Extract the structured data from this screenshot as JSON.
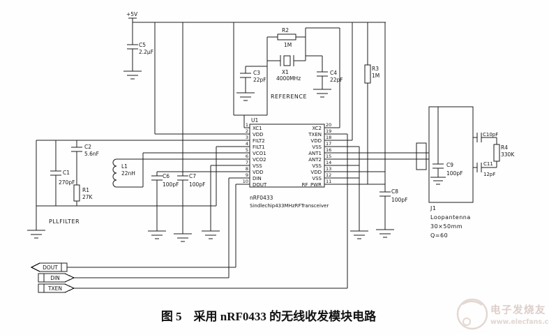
{
  "caption": {
    "text": "图 5　采用 nRF0433 的无线收发模块电路"
  },
  "watermark": {
    "brand": "电子发烧友",
    "url": "www.elecfans.com"
  },
  "power": {
    "label": "+5V"
  },
  "ic": {
    "designator": "U1",
    "part": "nRF0433",
    "description": "Sindlechip433MHzRFTransceiver",
    "left_pins": [
      {
        "n": "1",
        "label": "XC1"
      },
      {
        "n": "2",
        "label": "VDD"
      },
      {
        "n": "3",
        "label": "FILT2"
      },
      {
        "n": "4",
        "label": "FILT1"
      },
      {
        "n": "5",
        "label": "VCO1"
      },
      {
        "n": "6",
        "label": "VCO2"
      },
      {
        "n": "7",
        "label": "VSS"
      },
      {
        "n": "8",
        "label": "VDD"
      },
      {
        "n": "9",
        "label": "DIN"
      },
      {
        "n": "10",
        "label": "DOUT"
      }
    ],
    "right_pins": [
      {
        "n": "20",
        "label": "XC2"
      },
      {
        "n": "19",
        "label": "TXEN"
      },
      {
        "n": "18",
        "label": "VDD"
      },
      {
        "n": "17",
        "label": "VSS"
      },
      {
        "n": "16",
        "label": "ANT1"
      },
      {
        "n": "15",
        "label": "ANT2"
      },
      {
        "n": "14",
        "label": "VSS"
      },
      {
        "n": "13",
        "label": "VDD"
      },
      {
        "n": "12",
        "label": "VSS"
      },
      {
        "n": "11",
        "label": "RF_PWR"
      }
    ]
  },
  "components": {
    "c5": {
      "ref": "C5",
      "value": "2.2μF"
    },
    "r2": {
      "ref": "R2",
      "value": "1M"
    },
    "x1": {
      "ref": "X1",
      "value": "4000MHz"
    },
    "c3": {
      "ref": "C3",
      "value": "22pF"
    },
    "c4": {
      "ref": "C4",
      "value": "22pF"
    },
    "r3": {
      "ref": "R3",
      "value": "1M"
    },
    "c1": {
      "ref": "C1",
      "value": "270pF"
    },
    "c2": {
      "ref": "C2",
      "value": "5.6nF"
    },
    "r1": {
      "ref": "R1",
      "value": "27K"
    },
    "l1": {
      "ref": "L1",
      "value": "22nH"
    },
    "c6": {
      "ref": "C6",
      "value": "100pF"
    },
    "c7": {
      "ref": "C7",
      "value": "100pF"
    },
    "c8": {
      "ref": "C8",
      "value": "100pF"
    },
    "c9": {
      "ref": "C9",
      "value": "100pF"
    },
    "c10": {
      "ref": "C10",
      "value": "pF"
    },
    "c11": {
      "ref": "C11",
      "value": "12pF"
    },
    "r4": {
      "ref": "R4",
      "value": "330K"
    }
  },
  "section_labels": {
    "reference": "REFERENCE",
    "pll_filter": "PLLFILTER"
  },
  "antenna": {
    "designator": "J1",
    "name": "Loopantenna",
    "size": "30×50mm",
    "q_factor": "Q=60"
  },
  "io_tags": {
    "dout": "DOUT",
    "din": "DIN",
    "txen": "TXEN"
  }
}
